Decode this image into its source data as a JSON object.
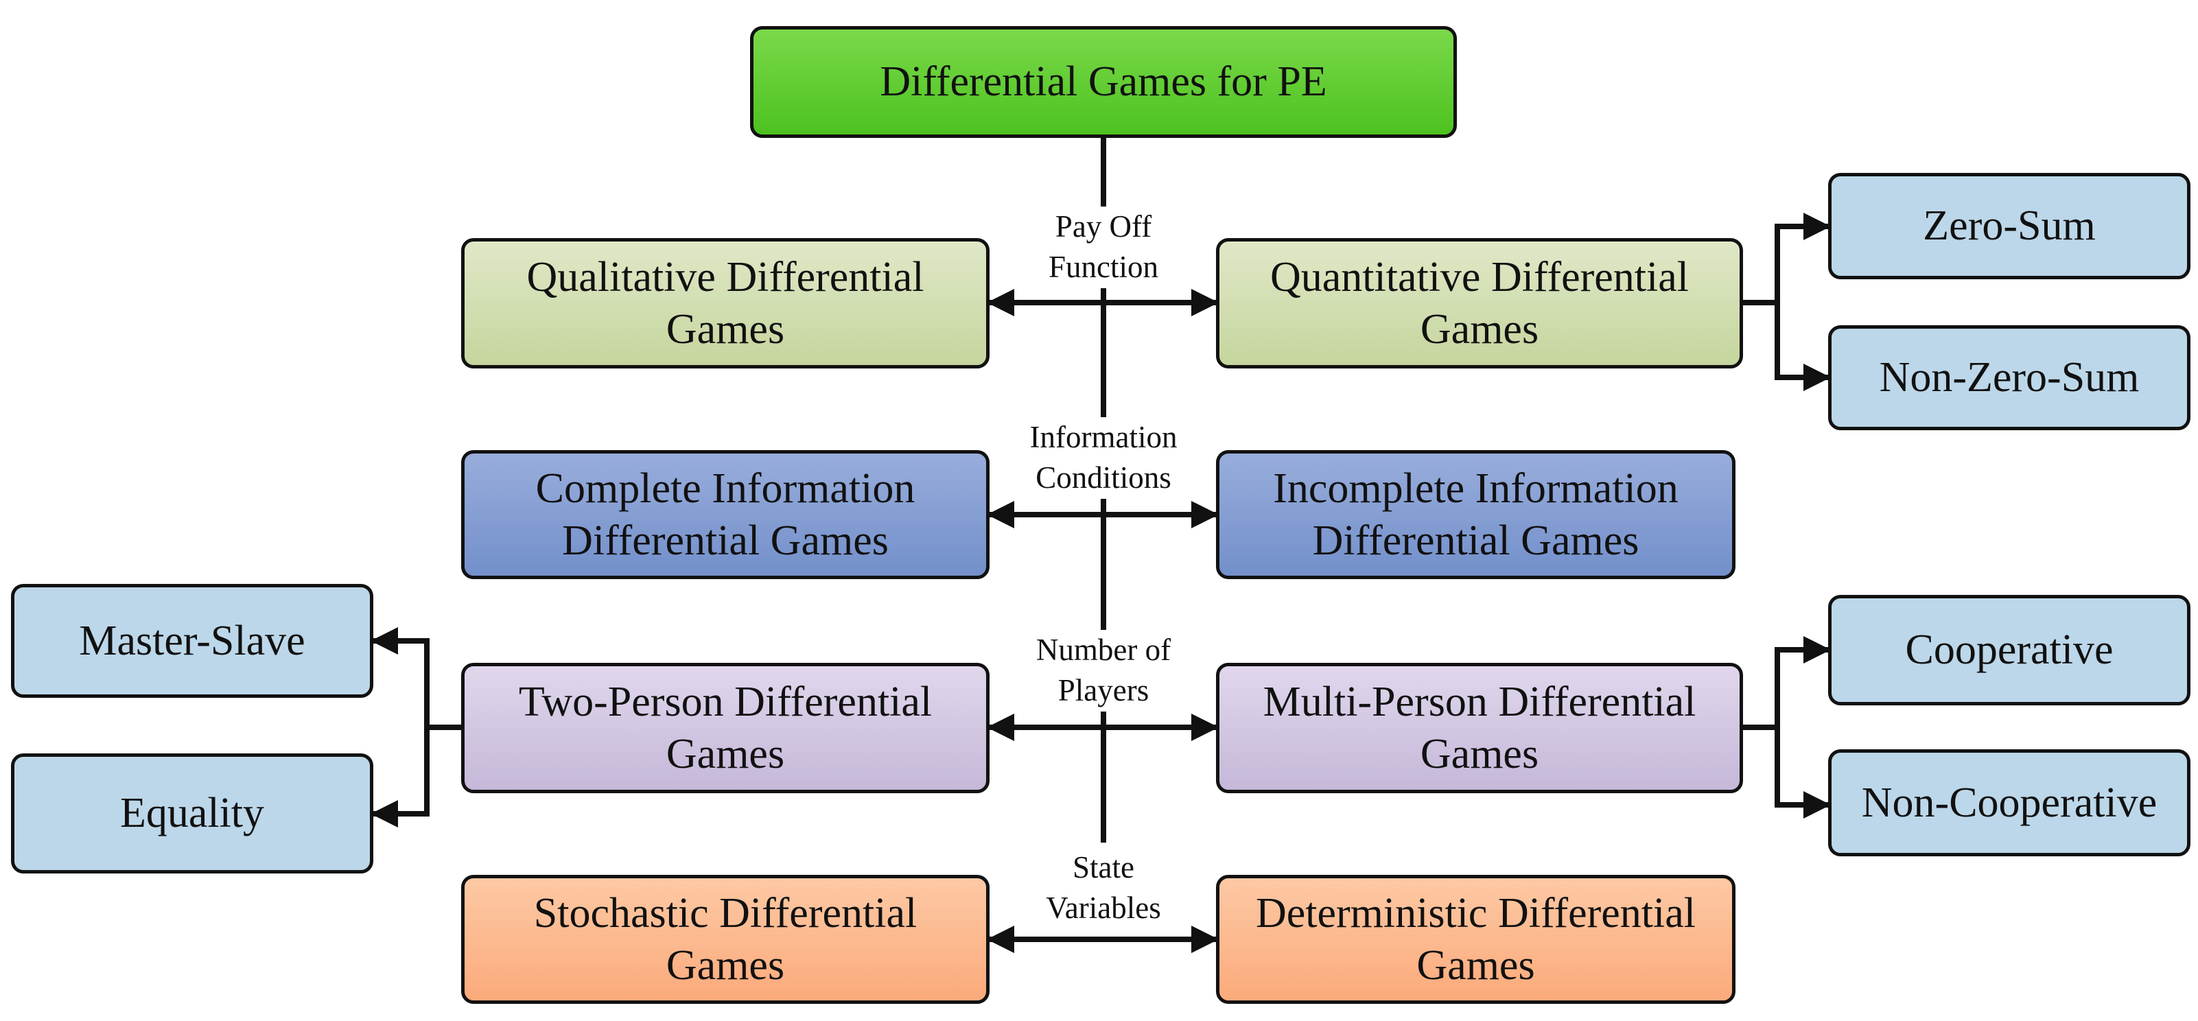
{
  "root": {
    "label": "Differential Games for PE"
  },
  "criteria": [
    {
      "label": "Pay Off\nFunction"
    },
    {
      "label": "Information\nConditions"
    },
    {
      "label": "Number of\nPlayers"
    },
    {
      "label": "State\nVariables"
    }
  ],
  "categories": {
    "qualitative": "Qualitative Differential\nGames",
    "quantitative": "Quantitative Differential\nGames",
    "complete": "Complete Information\nDifferential Games",
    "incomplete": "Incomplete Information\nDifferential Games",
    "two_person": "Two-Person Differential\nGames",
    "multi_person": "Multi-Person Differential\nGames",
    "stochastic": "Stochastic Differential\nGames",
    "deterministic": "Deterministic Differential\nGames"
  },
  "subtypes": {
    "zero_sum": "Zero-Sum",
    "non_zero_sum": "Non-Zero-Sum",
    "master_slave": "Master-Slave",
    "equality": "Equality",
    "cooperative": "Cooperative",
    "non_cooperative": "Non-Cooperative"
  },
  "colors": {
    "root": "#5cc92b",
    "payoff": "#d3dfb3",
    "information": "#8299d2",
    "players": "#d2c7e3",
    "state": "#fcb98d",
    "subtype": "#bcd7e9",
    "connector": "#111111"
  }
}
